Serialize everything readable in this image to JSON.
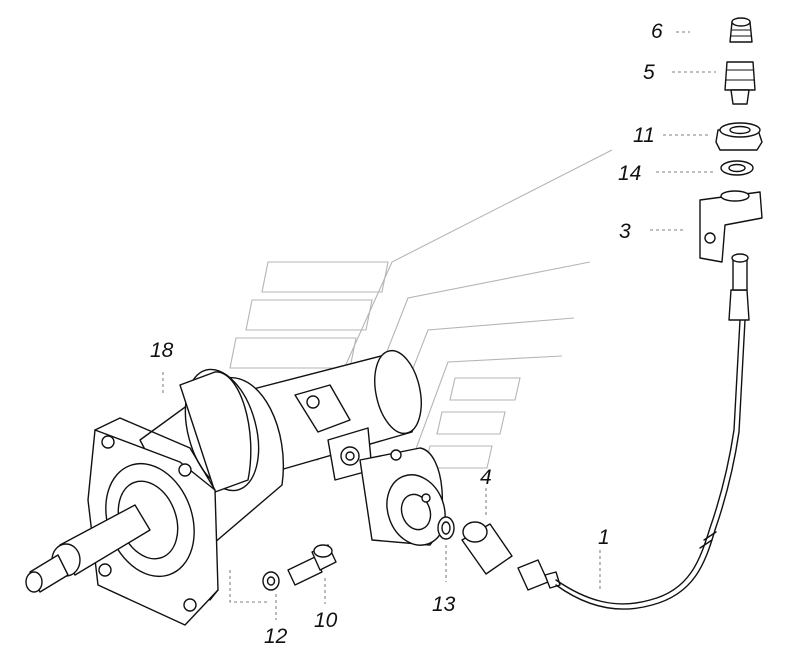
{
  "diagram": {
    "labels": {
      "l1": "1",
      "l3": "3",
      "l4": "4",
      "l5": "5",
      "l6": "6",
      "l10": "10",
      "l11": "11",
      "l12": "12",
      "l13": "13",
      "l14": "14",
      "l18": "18"
    }
  }
}
